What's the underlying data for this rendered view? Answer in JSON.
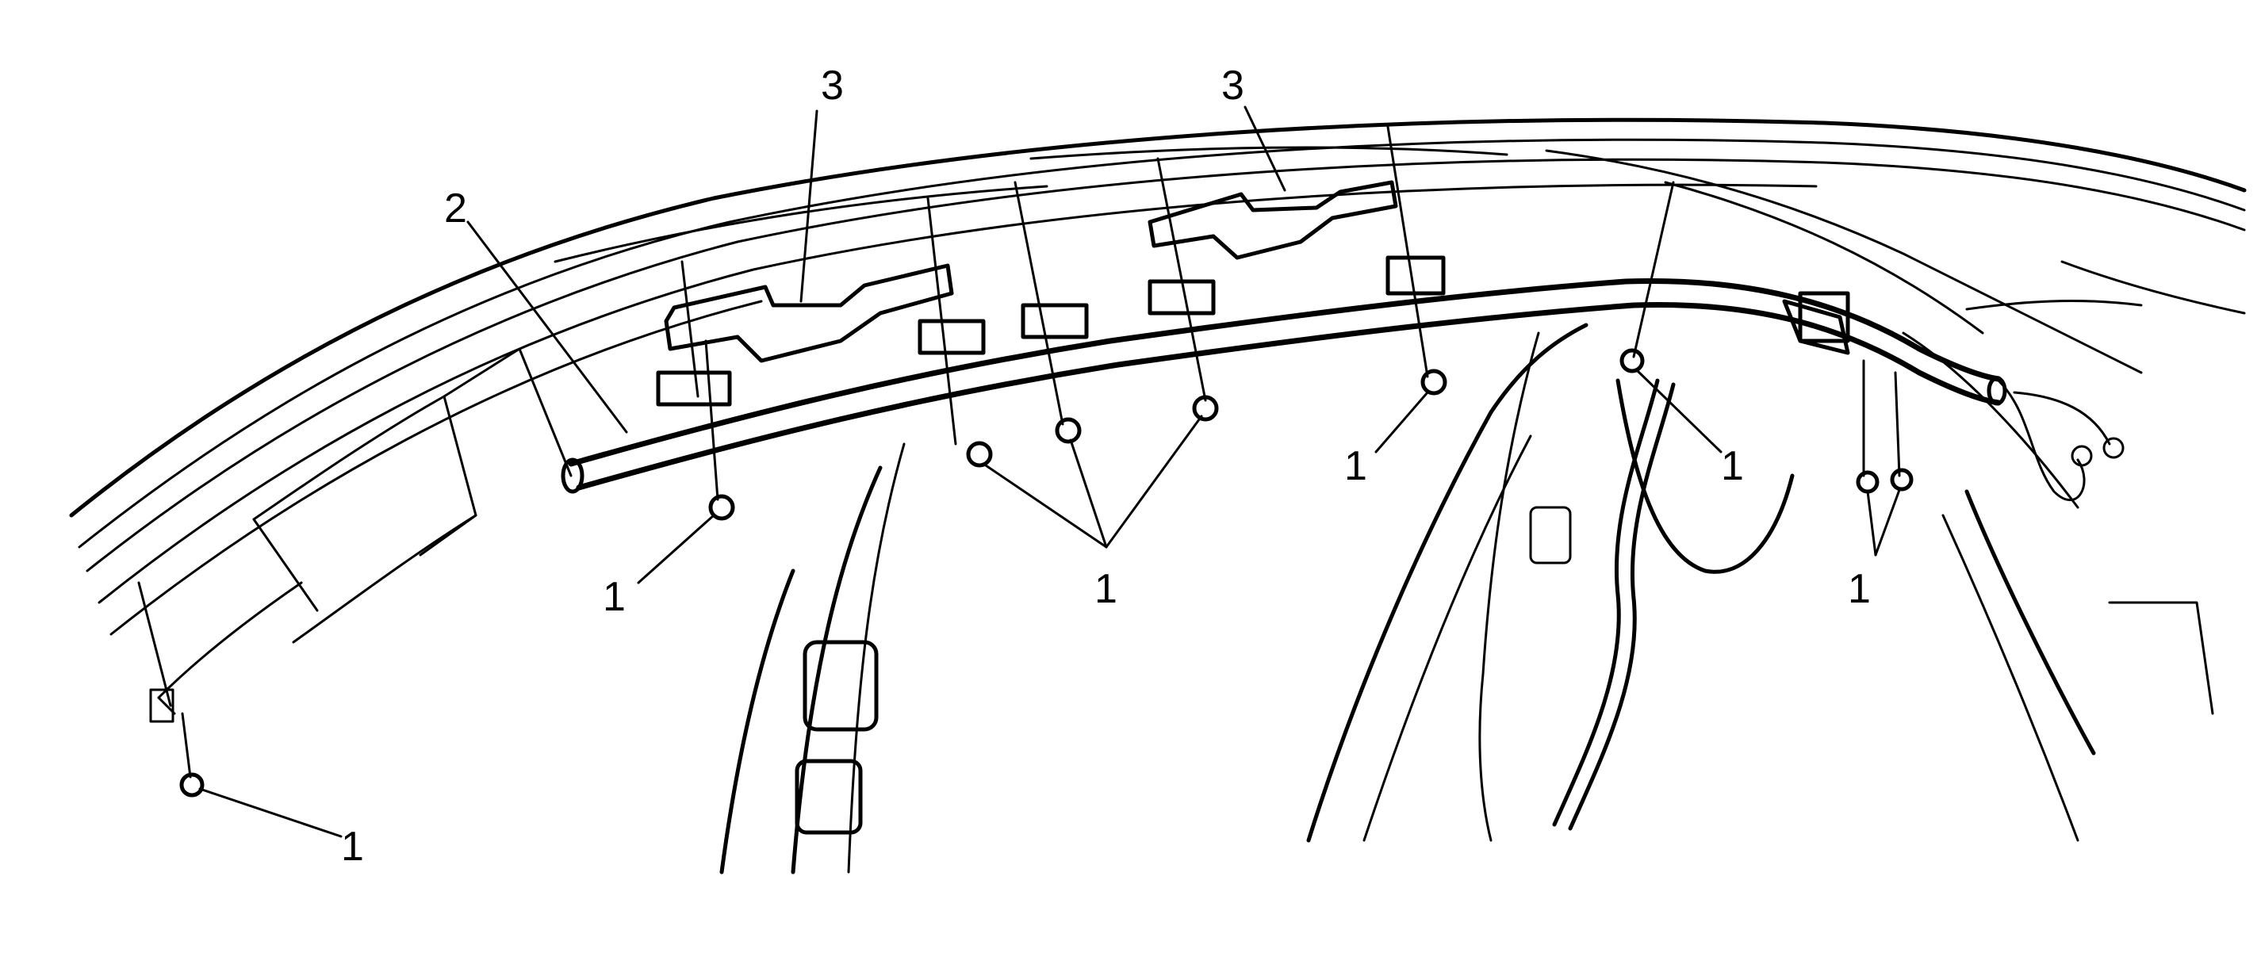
{
  "diagram": {
    "callouts": [
      {
        "id": "c1a",
        "label": "1"
      },
      {
        "id": "c1b",
        "label": "1"
      },
      {
        "id": "c1c",
        "label": "1"
      },
      {
        "id": "c1d",
        "label": "1"
      },
      {
        "id": "c1e",
        "label": "1"
      },
      {
        "id": "c1f",
        "label": "1"
      },
      {
        "id": "c2",
        "label": "2"
      },
      {
        "id": "c3a",
        "label": "3"
      },
      {
        "id": "c3b",
        "label": "3"
      }
    ],
    "line_color": "#000000",
    "background": "#ffffff"
  }
}
